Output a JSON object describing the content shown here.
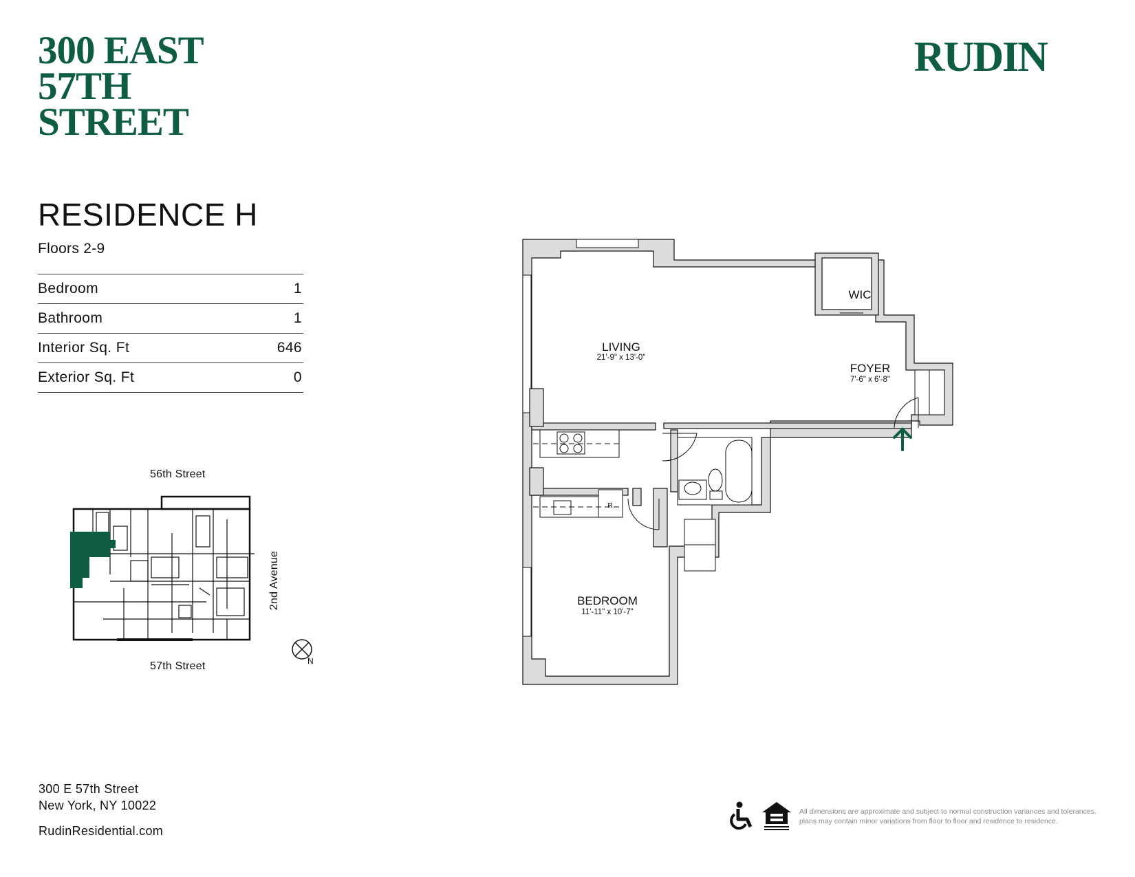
{
  "brand": {
    "title_lines": [
      "300 EAST",
      "57TH",
      "STREET"
    ],
    "logo": "RUDIN"
  },
  "residence": {
    "title": "RESIDENCE H",
    "floors": "Floors 2-9",
    "specs": [
      {
        "label": "Bedroom",
        "value": "1"
      },
      {
        "label": "Bathroom",
        "value": "1"
      },
      {
        "label": "Interior Sq. Ft",
        "value": "646"
      },
      {
        "label": "Exterior Sq. Ft",
        "value": "0"
      }
    ]
  },
  "keyplan": {
    "north_street": "56th Street",
    "south_street": "57th Street",
    "east_street": "2nd Avenue",
    "compass": "N",
    "highlight_color": "#0e5c44"
  },
  "floorplan": {
    "rooms": [
      {
        "name": "LIVING",
        "dims": "21'-9\" x 13'-0\""
      },
      {
        "name": "FOYER",
        "dims": "7'-6\" x 6'-8\""
      },
      {
        "name": "WIC",
        "dims": ""
      },
      {
        "name": "BEDROOM",
        "dims": "11'-11\" x 10'-7\""
      }
    ],
    "appliance_label": "R",
    "entry_arrow_color": "#0e5c44",
    "wall_color": "#dcdcdc"
  },
  "footer": {
    "address_line1": "300 E 57th Street",
    "address_line2": "New York, NY 10022",
    "website": "RudinResidential.com",
    "disclaimer": "All dimensions are approximate and subject to normal construction variances and tolerances. plans may contain minor variations from floor to floor and residence to residence.",
    "icons": [
      "wheelchair-accessibility-icon",
      "equal-housing-opportunity-icon"
    ]
  },
  "colors": {
    "brand_green": "#0e5c44",
    "text": "#111111"
  }
}
